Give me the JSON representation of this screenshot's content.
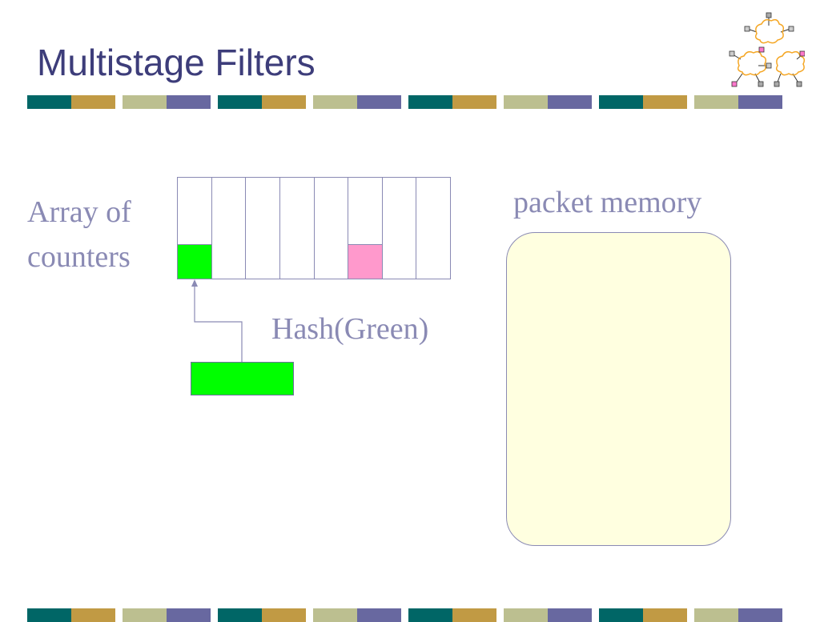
{
  "slide": {
    "title": "Multistage Filters"
  },
  "colors": {
    "title": "#3d3d7a",
    "label": "#8a8ab4",
    "stripe": [
      "#006666",
      "#c19a44",
      "#bcbf90",
      "#6868a0"
    ],
    "green": "#00ff00",
    "pink": "#ff99cc",
    "memory_fill": "#ffffe0"
  },
  "diagram": {
    "array_label_line1": "Array of",
    "array_label_line2": "counters",
    "hash_label": "Hash(Green)",
    "memory_label": "packet memory",
    "counters": [
      {
        "level": 0.33,
        "color": "#00ff00"
      },
      {
        "level": 0,
        "color": ""
      },
      {
        "level": 0,
        "color": ""
      },
      {
        "level": 0,
        "color": ""
      },
      {
        "level": 0,
        "color": ""
      },
      {
        "level": 0.33,
        "color": "#ff99cc"
      },
      {
        "level": 0,
        "color": ""
      },
      {
        "level": 0,
        "color": ""
      }
    ]
  },
  "logo": {
    "icon": "network-clouds-logo"
  }
}
